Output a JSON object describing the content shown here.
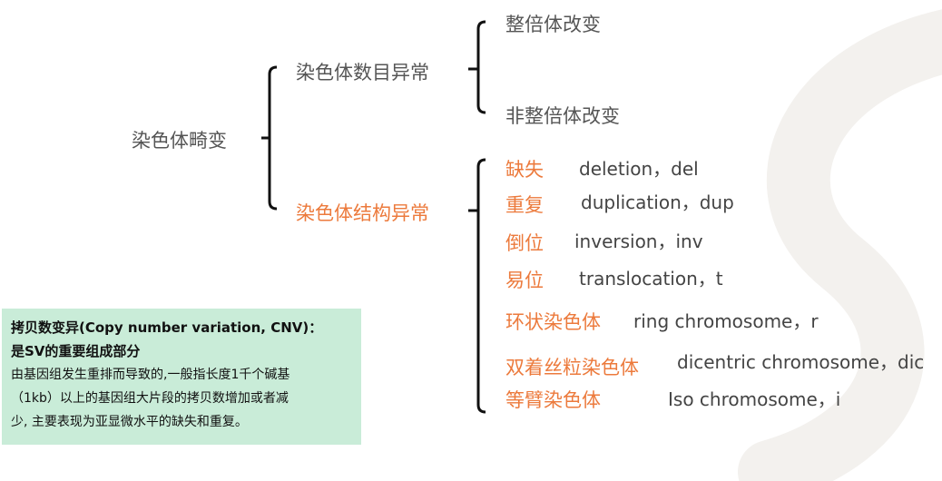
{
  "root": {
    "label": "染色体畸变"
  },
  "branches": [
    {
      "label": "染色体数目异常",
      "children": [
        "整倍体改变",
        "非整倍体改变"
      ]
    },
    {
      "label": "染色体结构异常"
    }
  ],
  "structural_types": [
    {
      "cn": "缺失",
      "en": "deletion，del"
    },
    {
      "cn": "重复",
      "en": "duplication，dup"
    },
    {
      "cn": "倒位",
      "en": "inversion，inv"
    },
    {
      "cn": "易位",
      "en": "translocation，t"
    },
    {
      "cn": "环状染色体",
      "en": "ring chromosome，r"
    },
    {
      "cn": "双着丝粒染色体",
      "en": "dicentric chromosome，dic"
    },
    {
      "cn": "等臂染色体",
      "en": "Iso chromosome，i"
    }
  ],
  "note": {
    "title": "拷贝数变异(Copy number variation, CNV)：",
    "subtitle": "是SV的重要组成部分",
    "body_line1": "由基因组发生重排而导致的,一般指长度1千个碱基",
    "body_line2": "（1kb）以上的基因组大片段的拷贝数增加或者减",
    "body_line3": "少, 主要表现为亚显微水平的缺失和重复。"
  },
  "colors": {
    "accent": "#ec7a3c",
    "text": "#555555",
    "note_bg": "#c9ecd8"
  }
}
